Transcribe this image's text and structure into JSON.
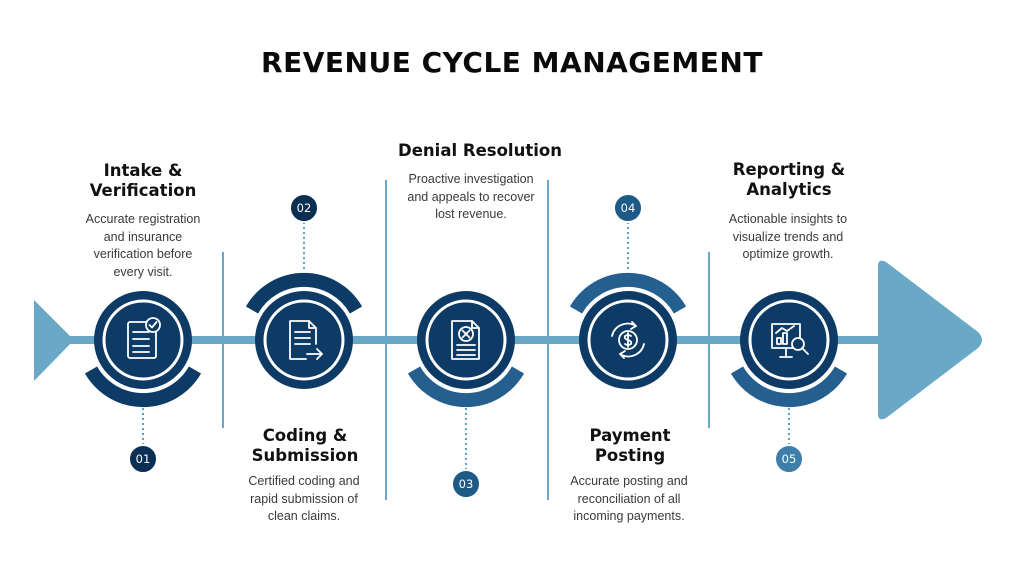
{
  "title": "REVENUE CYCLE MANAGEMENT",
  "colors": {
    "navy": "#0d3b66",
    "mid_blue": "#245f8f",
    "light_blue": "#5fa0c3",
    "arrow": "#6aa8c8",
    "badge_dark": "#0b2f52",
    "badge_mid": "#1d5a86",
    "badge_light": "#3e7eaa"
  },
  "steps": [
    {
      "number": "01",
      "title_line1": "Intake &",
      "title_line2": "Verification",
      "desc_lines": [
        "Accurate registration",
        "and insurance",
        "verification before",
        "every visit."
      ],
      "icon": "clipboard-check-icon"
    },
    {
      "number": "02",
      "title_line1": "Coding &",
      "title_line2": "Submission",
      "desc_lines": [
        "Certified coding and",
        "rapid submission of",
        "clean claims."
      ],
      "icon": "document-send-icon"
    },
    {
      "number": "03",
      "title_line1": "Denial Resolution",
      "title_line2": "",
      "desc_lines": [
        "Proactive investigation",
        "and appeals to recover",
        "lost revenue."
      ],
      "icon": "denied-document-icon"
    },
    {
      "number": "04",
      "title_line1": "Payment",
      "title_line2": "Posting",
      "desc_lines": [
        "Accurate posting and",
        "reconciliation of all",
        "incoming payments."
      ],
      "icon": "dollar-cycle-icon"
    },
    {
      "number": "05",
      "title_line1": "Reporting &",
      "title_line2": "Analytics",
      "desc_lines": [
        "Actionable insights to",
        "visualize trends and",
        "optimize growth."
      ],
      "icon": "chart-magnifier-icon"
    }
  ]
}
